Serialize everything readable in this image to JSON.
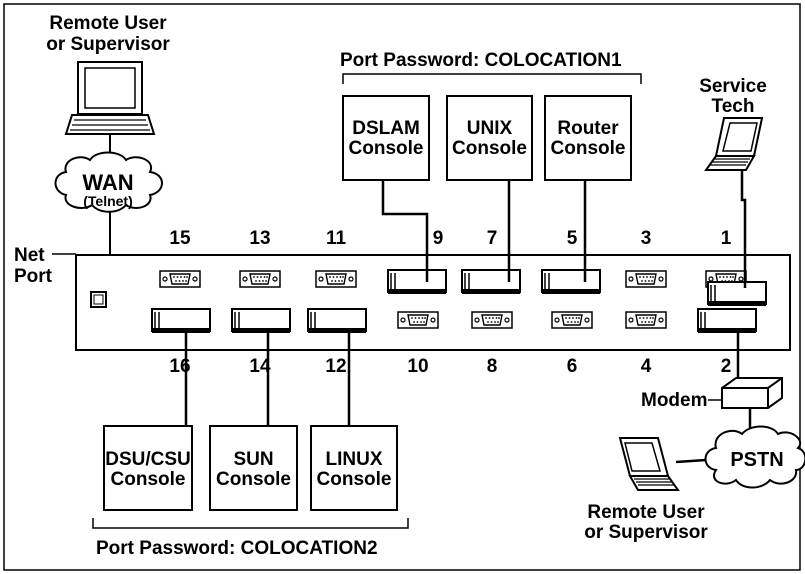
{
  "remote_user_top": {
    "line1": "Remote User",
    "line2": "or Supervisor"
  },
  "wan": {
    "label": "WAN",
    "sub": "(Telnet)"
  },
  "net_port": {
    "line1": "Net",
    "line2": "Port"
  },
  "service_tech": {
    "line1": "Service",
    "line2": "Tech"
  },
  "password_top": "Port Password:  COLOCATION1",
  "password_bottom": "Port Password:  COLOCATION2",
  "consoles_top": [
    {
      "line1": "DSLAM",
      "line2": "Console"
    },
    {
      "line1": "UNIX",
      "line2": "Console"
    },
    {
      "line1": "Router",
      "line2": "Console"
    }
  ],
  "consoles_bottom": [
    {
      "line1": "DSU/CSU",
      "line2": "Console"
    },
    {
      "line1": "SUN",
      "line2": "Console"
    },
    {
      "line1": "LINUX",
      "line2": "Console"
    }
  ],
  "ports_top": [
    "15",
    "13",
    "11",
    "9",
    "7",
    "5",
    "3",
    "1"
  ],
  "ports_bottom": [
    "16",
    "14",
    "12",
    "10",
    "8",
    "6",
    "4",
    "2"
  ],
  "modem": "Modem",
  "pstn": "PSTN",
  "remote_user_bottom": {
    "line1": "Remote  User",
    "line2": "or Supervisor"
  }
}
